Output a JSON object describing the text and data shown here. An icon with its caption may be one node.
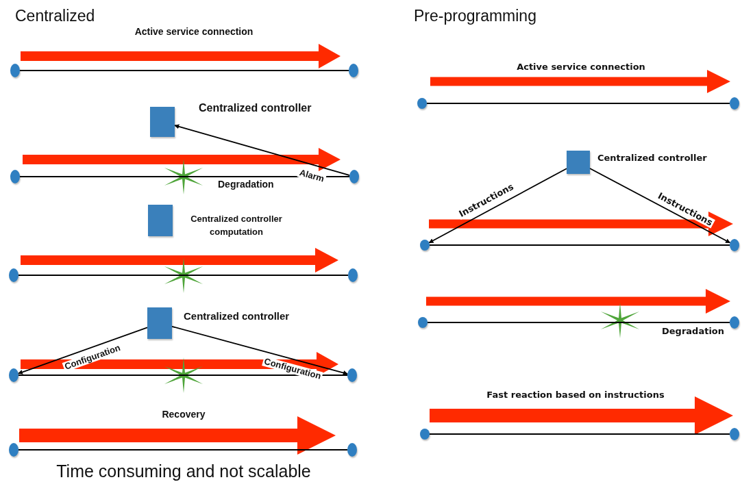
{
  "diagram": {
    "nodes": [
      {
        "text": [],
        "shape": "circle"
      },
      {
        "text": [],
        "shape": "circle"
      },
      {
        "text": [],
        "shape": "box",
        "beside": [
          "Centralized controller"
        ]
      },
      {
        "text": [],
        "shape": "circle"
      },
      {
        "text": [],
        "shape": "circle"
      },
      {
        "text": [],
        "shape": "box",
        "beside": [
          "Centralized controller computation"
        ]
      },
      {
        "text": [],
        "shape": "circle"
      },
      {
        "text": [],
        "shape": "circle"
      },
      {
        "text": [],
        "shape": "box",
        "beside": [
          "Centralized controller"
        ]
      },
      {
        "text": [],
        "shape": "circle"
      },
      {
        "text": [],
        "shape": "circle"
      },
      {
        "text": [],
        "shape": "circle"
      },
      {
        "text": [],
        "shape": "circle"
      },
      {
        "text": [],
        "shape": "circle"
      },
      {
        "text": [],
        "shape": "circle"
      },
      {
        "text": [],
        "shape": "box",
        "beside": [
          "Centralized controller"
        ]
      },
      {
        "text": [],
        "shape": "circle"
      },
      {
        "text": [],
        "shape": "circle"
      },
      {
        "text": [],
        "shape": "circle"
      },
      {
        "text": [],
        "shape": "circle"
      },
      {
        "text": [],
        "shape": "circle"
      },
      {
        "text": [],
        "shape": "circle"
      }
    ],
    "edges": [
      {
        "from": 0,
        "to": 1,
        "arrow": "none"
      },
      {
        "from": 4,
        "to": 2,
        "arrow": "to",
        "label": "Alarm"
      },
      {
        "from": 3,
        "to": 4,
        "arrow": "none"
      },
      {
        "from": 6,
        "to": 7,
        "arrow": "none"
      },
      {
        "from": 8,
        "to": 9,
        "arrow": "to",
        "label": "Configuration"
      },
      {
        "from": 8,
        "to": 10,
        "arrow": "to",
        "label": "Configuration"
      },
      {
        "from": 9,
        "to": 10,
        "arrow": "none"
      },
      {
        "from": 11,
        "to": 12,
        "arrow": "none"
      },
      {
        "from": 13,
        "to": 14,
        "arrow": "none"
      },
      {
        "from": 15,
        "to": 16,
        "arrow": "to",
        "label": "Instructions"
      },
      {
        "from": 15,
        "to": 17,
        "arrow": "to",
        "label": "Instructions"
      },
      {
        "from": 16,
        "to": 17,
        "arrow": "none"
      },
      {
        "from": 18,
        "to": 19,
        "arrow": "none"
      },
      {
        "from": 20,
        "to": 21,
        "arrow": "none"
      }
    ],
    "labels": [
      "Centralized",
      "Active service connection",
      "Degradation",
      "Recovery",
      "Time consuming and not scalable",
      "Pre-programming",
      "Active service connection",
      "Degradation",
      "Fast reaction based on instructions"
    ]
  }
}
